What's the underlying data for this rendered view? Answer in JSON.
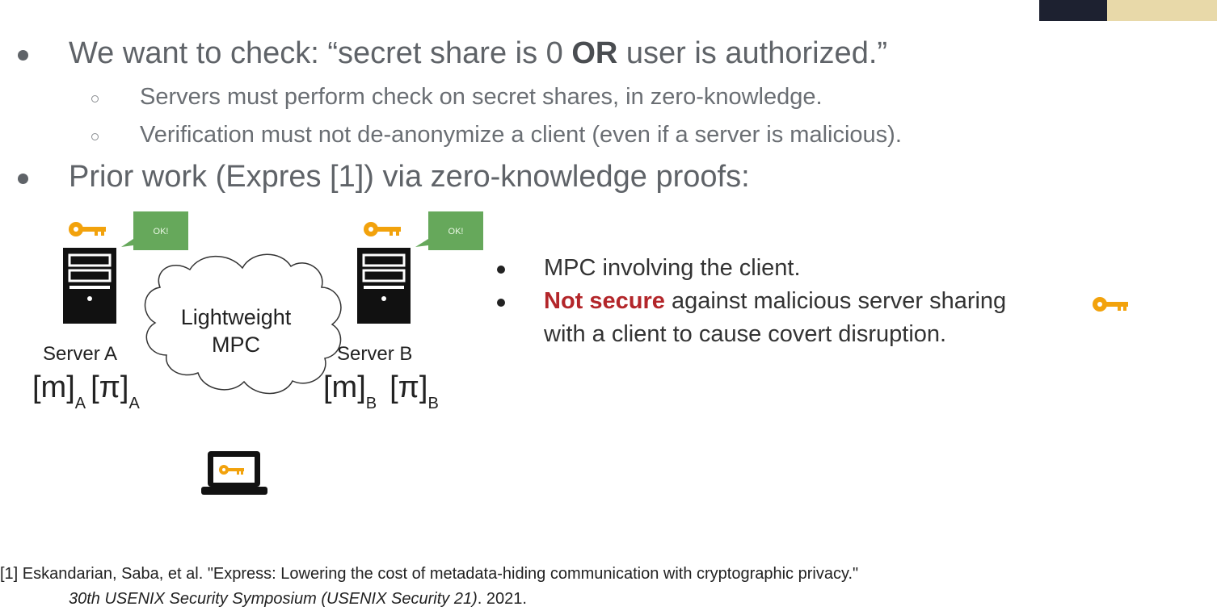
{
  "bullets": {
    "b1": {
      "pre": "We want to check: “secret share is 0 ",
      "bold": "OR",
      "post": " user is authorized.”"
    },
    "b1_sub1": "Servers must perform check on secret shares, in zero-knowledge.",
    "b1_sub2": "Verification must not de-anonymize a client (even if a server is malicious).",
    "b2": "Prior work (Expres [1]) via zero-knowledge proofs:"
  },
  "diagram": {
    "server_a_label": "Server A",
    "server_b_label": "Server B",
    "cloud_line1": "Lightweight",
    "cloud_line2": "MPC",
    "ok_label": "OK!",
    "share_a_m": "[m]",
    "share_a_m_sub": "A",
    "share_a_pi": "[π]",
    "share_a_pi_sub": "A",
    "share_b_m": "[m]",
    "share_b_m_sub": "B",
    "share_b_pi": "[π]",
    "share_b_pi_sub": "B",
    "key_color": "#f2a20c",
    "ok_color": "#66a85b"
  },
  "right": {
    "item1": "MPC involving the client.",
    "item2_red": "Not secure",
    "item2_rest": " against malicious server sharing",
    "item2_line2": "with a client to cause covert disruption."
  },
  "reference": {
    "line1": "[1] Eskandarian, Saba, et al. \"Express: Lowering the cost of metadata-hiding communication with cryptographic privacy.\"",
    "line2_italic": "30th USENIX Security Symposium (USENIX Security 21)",
    "line2_rest": ". 2021."
  }
}
